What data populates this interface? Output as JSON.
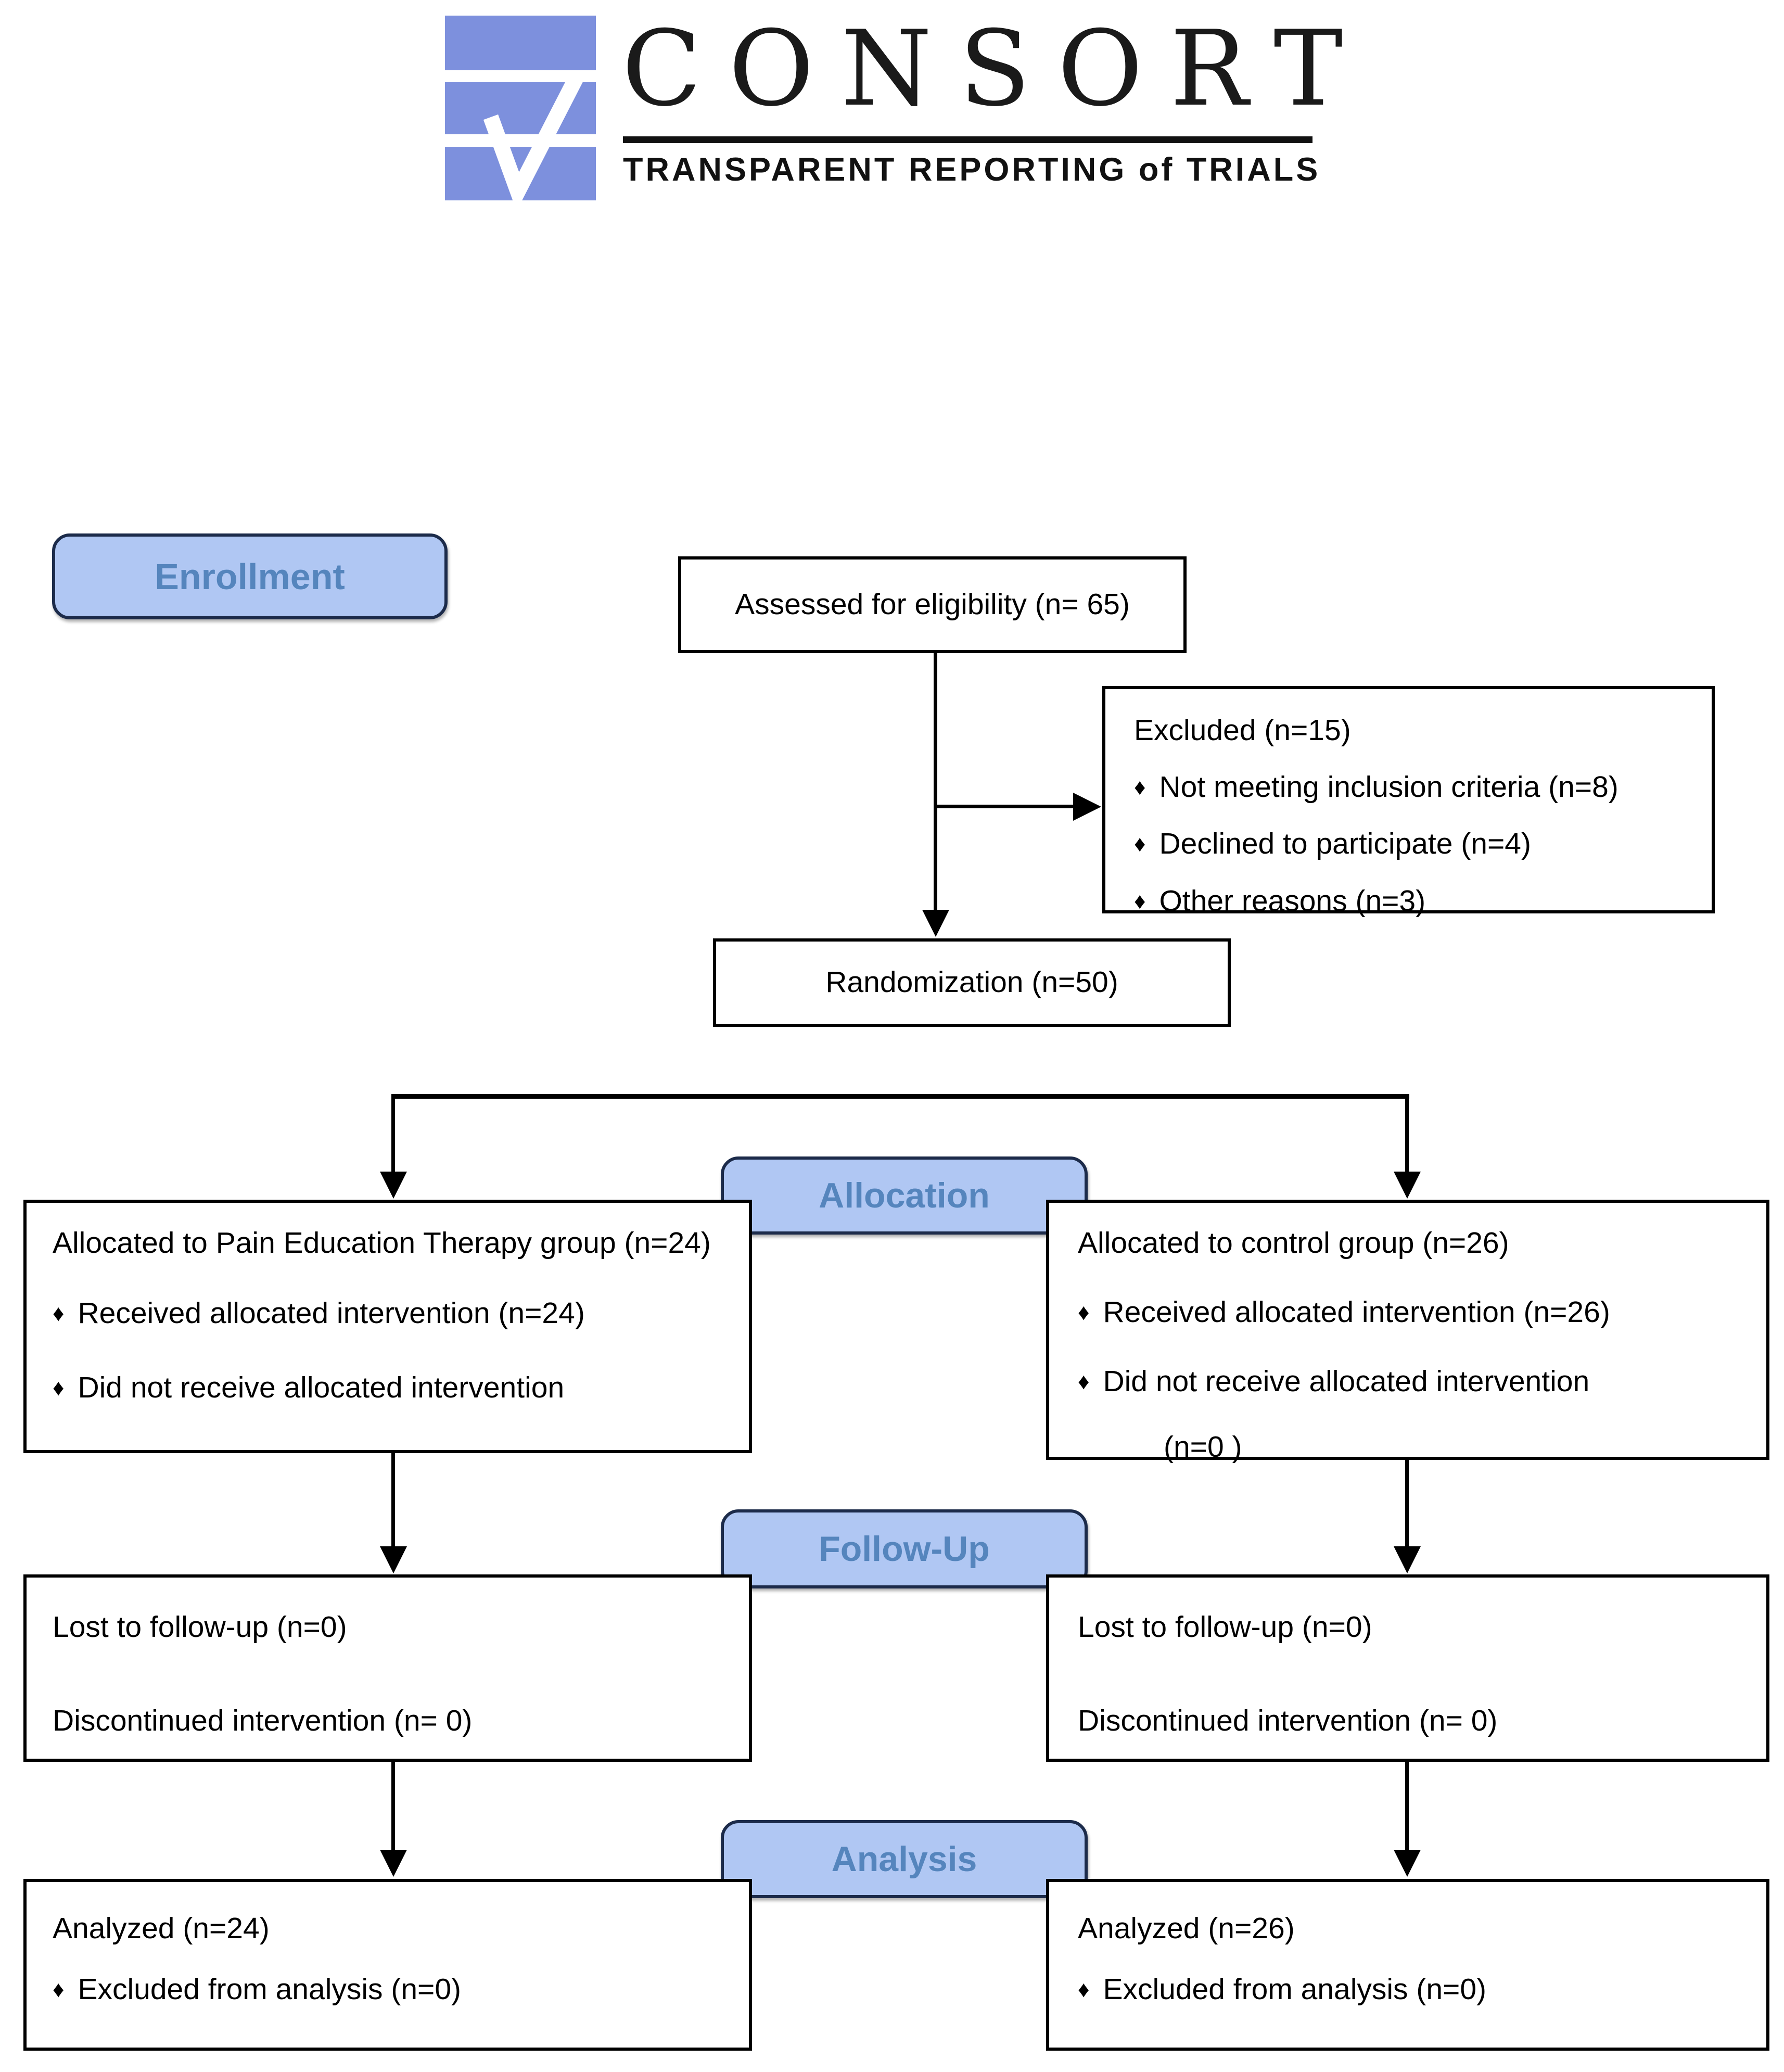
{
  "logo": {
    "title": "CONSORT",
    "tagline": "TRANSPARENT REPORTING of TRIALS",
    "icon": "consort-checkbox-logo",
    "colors": {
      "logo_blue": "#7d90dd",
      "pill_fill": "#b0c7f3",
      "pill_border": "#1c2b4a",
      "pill_text": "#5585bd"
    }
  },
  "bullet_char": "♦",
  "stages": {
    "enrollment": "Enrollment",
    "allocation": "Allocation",
    "followup": "Follow-Up",
    "analysis": "Analysis"
  },
  "boxes": {
    "assessed": {
      "text": "Assessed for eligibility (n= 65)"
    },
    "excluded": {
      "title": "Excluded (n=15)",
      "bullets": [
        "Not meeting inclusion criteria (n=8)",
        "Declined to participate (n=4)",
        "Other reasons (n=3)"
      ]
    },
    "randomization": {
      "text": "Randomization (n=50)"
    },
    "alloc_left": {
      "title": "Allocated to Pain Education Therapy  group (n=24)",
      "bullets": [
        "Received allocated intervention (n=24)",
        "Did not receive allocated intervention"
      ]
    },
    "alloc_right": {
      "title": "Allocated to control group (n=26)",
      "bullets": [
        "Received allocated intervention (n=26)",
        "Did not receive allocated intervention"
      ],
      "extra": "(n=0 )"
    },
    "follow_left": {
      "lines": [
        "Lost to follow-up (n=0)",
        "Discontinued intervention (n= 0)"
      ]
    },
    "follow_right": {
      "lines": [
        "Lost to follow-up (n=0)",
        "Discontinued intervention (n= 0)"
      ]
    },
    "analysis_left": {
      "title": "Analyzed  (n=24)",
      "bullets": [
        "Excluded from analysis (n=0)"
      ]
    },
    "analysis_right": {
      "title": "Analyzed  (n=26)",
      "bullets": [
        "Excluded from analysis (n=0)"
      ]
    }
  }
}
